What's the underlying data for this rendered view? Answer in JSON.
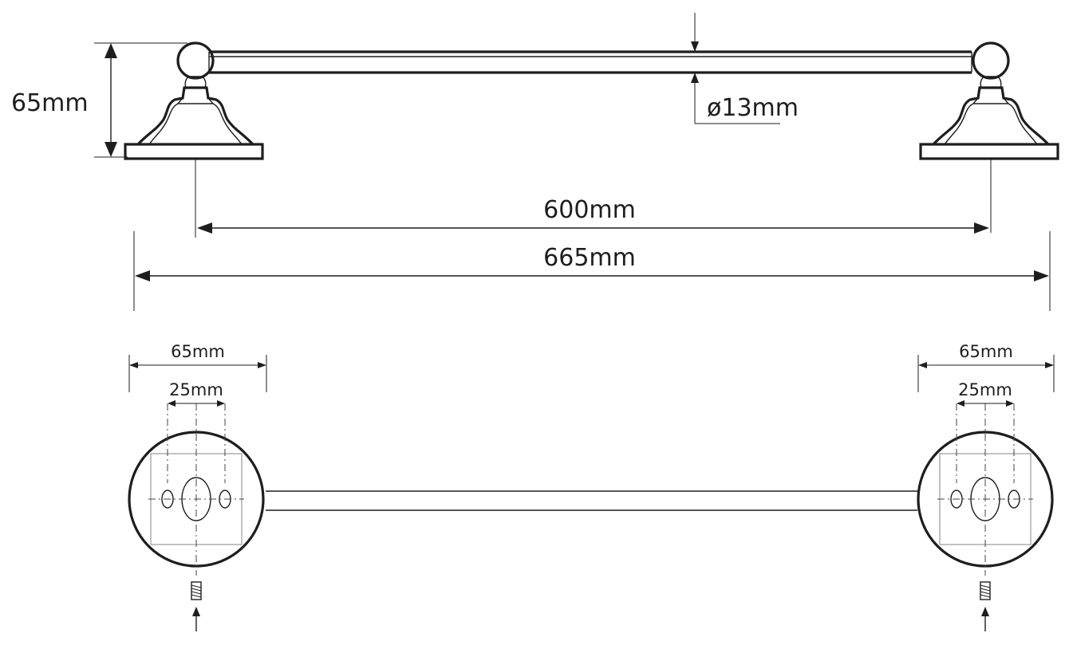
{
  "side_view": {
    "height_label": "65mm",
    "rod_diameter_label": "ø13mm",
    "center_distance_label": "600mm",
    "overall_length_label": "665mm"
  },
  "top_view": {
    "left_base_width_label": "65mm",
    "left_hole_spacing_label": "25mm",
    "right_base_width_label": "65mm",
    "right_hole_spacing_label": "25mm"
  },
  "colors": {
    "line": "#1e1e1e",
    "background": "#ffffff"
  }
}
